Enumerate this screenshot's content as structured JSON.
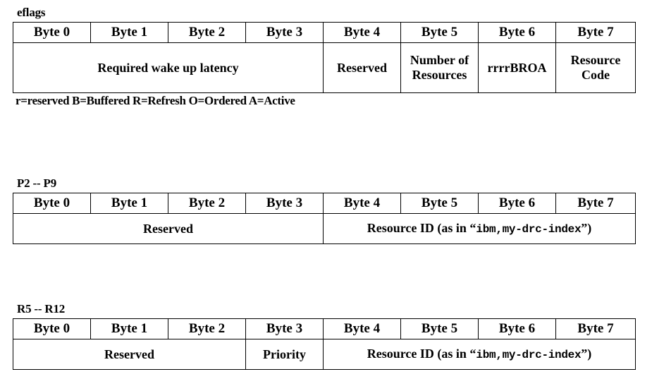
{
  "page": {
    "background_color": "#ffffff",
    "text_color": "#000000",
    "border_color": "#000000"
  },
  "byte_headers": [
    "Byte 0",
    "Byte 1",
    "Byte 2",
    "Byte 3",
    "Byte 4",
    "Byte 5",
    "Byte 6",
    "Byte 7"
  ],
  "blocks": [
    {
      "id": "eflags",
      "title": "eflags",
      "headers": [
        "Byte 0",
        "Byte 1",
        "Byte 2",
        "Byte 3",
        "Byte 4",
        "Byte 5",
        "Byte 6",
        "Byte 7"
      ],
      "fields": [
        {
          "label": "Required wake up latency",
          "span": 4,
          "align": "center"
        },
        {
          "label": "Reserved",
          "span": 1,
          "align": "right"
        },
        {
          "label": "Number of Resources",
          "span": 1,
          "align": "center"
        },
        {
          "label": "rrrrBROA",
          "span": 1,
          "align": "center"
        },
        {
          "label": "Resource Code",
          "span": 1,
          "align": "left"
        }
      ],
      "footnote": "r=reserved B=Buffered R=Refresh O=Ordered A=Active"
    },
    {
      "id": "p2p9",
      "title": "P2 -- P9",
      "headers": [
        "Byte 0",
        "Byte 1",
        "Byte 2",
        "Byte 3",
        "Byte 4",
        "Byte 5",
        "Byte 6",
        "Byte 7"
      ],
      "fields": [
        {
          "label": "Reserved",
          "span": 4,
          "align": "center"
        },
        {
          "label_prefix": "Resource ID (as in “",
          "label_mono": "ibm,my-drc-index",
          "label_suffix": "”)",
          "span": 4,
          "align": "center"
        }
      ],
      "footnote": ""
    },
    {
      "id": "r5r12",
      "title": "R5 -- R12",
      "headers": [
        "Byte 0",
        "Byte 1",
        "Byte 2",
        "Byte 3",
        "Byte 4",
        "Byte 5",
        "Byte 6",
        "Byte 7"
      ],
      "fields": [
        {
          "label": "Reserved",
          "span": 3,
          "align": "center"
        },
        {
          "label": "Priority",
          "span": 1,
          "align": "center"
        },
        {
          "label_prefix": "Resource ID (as in “",
          "label_mono": "ibm,my-drc-index",
          "label_suffix": "”)",
          "span": 4,
          "align": "center"
        }
      ],
      "footnote": ""
    }
  ],
  "eflags_table": {
    "title": "eflags",
    "h0": "Byte 0",
    "h1": "Byte 1",
    "h2": "Byte 2",
    "h3": "Byte 3",
    "h4": "Byte 4",
    "h5": "Byte 5",
    "h6": "Byte 6",
    "h7": "Byte 7",
    "f_latency": "Required wake up latency",
    "f_reserved": "Reserved",
    "f_numres": "Number of Resources",
    "f_flagbits": "rrrrBROA",
    "f_rescode": "Resource Code",
    "footnote": "r=reserved B=Buffered R=Refresh O=Ordered A=Active"
  },
  "p2p9_table": {
    "title": "P2 -- P9",
    "h0": "Byte 0",
    "h1": "Byte 1",
    "h2": "Byte 2",
    "h3": "Byte 3",
    "h4": "Byte 4",
    "h5": "Byte 5",
    "h6": "Byte 6",
    "h7": "Byte 7",
    "f_reserved": "Reserved",
    "f_resid_prefix": "Resource ID (as in “",
    "f_resid_mono": "ibm,my-drc-index",
    "f_resid_suffix": "”)"
  },
  "r5r12_table": {
    "title": "R5 -- R12",
    "h0": "Byte 0",
    "h1": "Byte 1",
    "h2": "Byte 2",
    "h3": "Byte 3",
    "h4": "Byte 4",
    "h5": "Byte 5",
    "h6": "Byte 6",
    "h7": "Byte 7",
    "f_reserved": "Reserved",
    "f_priority": "Priority",
    "f_resid_prefix": "Resource ID (as in “",
    "f_resid_mono": "ibm,my-drc-index",
    "f_resid_suffix": "”)"
  }
}
